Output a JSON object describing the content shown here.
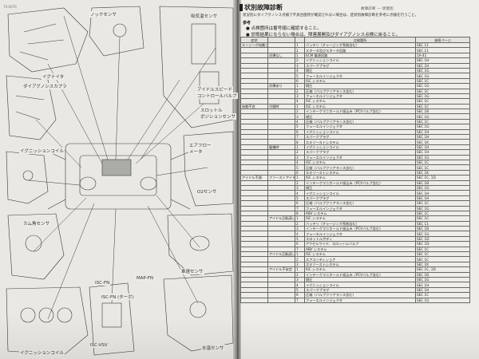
{
  "left_page": {
    "page_number": "7X-0070",
    "labels": [
      "ノックセンサ",
      "吸気温センサ",
      "イグナイタ",
      "ダイアグノシスカプラ",
      "イグニッションコイル",
      "アイドルスピード",
      "コントロールバルブ",
      "スロットル",
      "ポジションセンサ",
      "エアフロー",
      "メータ",
      "O2センサ",
      "カム角センサ",
      "イグニッションコイル",
      "車速センサ",
      "ISC-FN",
      "ISC-FN (ターボ)",
      "水温センサ",
      "MAP-FN",
      "ISC-VSV"
    ]
  },
  "right_page": {
    "heading": "状別故障診断",
    "header_right": "故障診断 — 状態別",
    "intro": "状況別にダイアグノシス点検で不具合箇所が確認されない場合は、症状別故障診断を参考に点検を行うこと。",
    "note_title": "参考",
    "notes": [
      "点検箇所は番号順に確認すること。",
      "診断結果にならない場合は、障害展開及びダイアグノシス点検に戻ること。"
    ],
    "table": {
      "headers": [
        "症状",
        "",
        "",
        "点検箇所",
        "参照ページ"
      ],
      "rows": [
        [
          "エンジンが始動しない",
          "",
          "1",
          "バッテリ（チャージング系統含む）",
          "SEC 11"
        ],
        [
          "",
          "",
          "2",
          "スタータ及びスタータ回路",
          "SEC 11"
        ],
        [
          "",
          "初爆なし",
          "1",
          "ECM 電源回路",
          "1A-41"
        ],
        [
          "",
          "",
          "2",
          "イグニッションコイル",
          "SEC 1H"
        ],
        [
          "",
          "",
          "3",
          "スパークプラグ",
          "SEC 1H"
        ],
        [
          "",
          "",
          "4",
          "燃圧",
          "SEC 1G"
        ],
        [
          "",
          "",
          "5",
          "フューエルインジェクタ",
          "SEC 1G"
        ],
        [
          "",
          "",
          "6",
          "ISC システム",
          "SEC 1C"
        ],
        [
          "",
          "初爆あり",
          "1",
          "燃圧",
          "SEC 1G"
        ],
        [
          "",
          "",
          "2",
          "圧縮（バルブクリアランス含む）",
          "SEC 1C"
        ],
        [
          "",
          "",
          "3",
          "フューエルインジェクタ",
          "SEC 1G"
        ],
        [
          "",
          "",
          "4",
          "ISC システム",
          "SEC 1C"
        ],
        [
          "始動不良",
          "冷間時",
          "1",
          "ISC システム",
          "SEC 1C"
        ],
        [
          "",
          "",
          "2",
          "インテークマニホールド吸込み（PCVバルブ含む）",
          "SEC 1B"
        ],
        [
          "",
          "",
          "3",
          "燃圧",
          "SEC 1G"
        ],
        [
          "",
          "",
          "4",
          "圧縮（バルブクリアランス含む）",
          "SEC 1C"
        ],
        [
          "",
          "",
          "5",
          "フューエルインジェクタ",
          "SEC 1G"
        ],
        [
          "",
          "",
          "6",
          "イグニッションコイル",
          "SEC 1H"
        ],
        [
          "",
          "",
          "7",
          "スパークプラグ",
          "SEC 1H"
        ],
        [
          "",
          "",
          "8",
          "エキゾーストシステム",
          "SEC 1K"
        ],
        [
          "",
          "暖機時",
          "1",
          "イグニッションコイル",
          "SEC 1H"
        ],
        [
          "",
          "",
          "2",
          "スパークプラグ",
          "SEC 1H"
        ],
        [
          "",
          "",
          "3",
          "フューエルインジェクタ",
          "SEC 1G"
        ],
        [
          "",
          "",
          "4",
          "ISC システム",
          "SEC 1C"
        ],
        [
          "",
          "",
          "5",
          "圧縮（バルブクリアランス含む）",
          "SEC 1C"
        ],
        [
          "",
          "",
          "6",
          "エキゾーストシステム",
          "SEC 1K"
        ],
        [
          "アイドル不調",
          "ファーストアイドル不調",
          "1",
          "ISC システム",
          "SEC 1C, 1D"
        ],
        [
          "",
          "",
          "2",
          "インテークマニホールド吸込み（PCVバルブ含む）",
          "SEC 1B"
        ],
        [
          "",
          "",
          "3",
          "燃圧",
          "SEC 1G"
        ],
        [
          "",
          "",
          "4",
          "イグニッションコイル",
          "SEC 1H"
        ],
        [
          "",
          "",
          "5",
          "スパークプラグ",
          "SEC 1H"
        ],
        [
          "",
          "",
          "6",
          "圧縮（バルブクリアランス含む）",
          "SEC 1C"
        ],
        [
          "",
          "",
          "7",
          "フューエルインジェクタ",
          "SEC 1G"
        ],
        [
          "",
          "",
          "8",
          "ABV システム",
          "SEC 1C"
        ],
        [
          "",
          "アイドル回転高い",
          "1",
          "ISC システム",
          "SEC 1C"
        ],
        [
          "",
          "",
          "2",
          "バッテリ（チャージング系統含む）",
          "SEC 11"
        ],
        [
          "",
          "",
          "3",
          "インテークマニホールド吸込み（PCVバルブ含む）",
          "SEC 1B"
        ],
        [
          "",
          "",
          "4",
          "フューエルインジェクタ",
          "SEC 1G"
        ],
        [
          "",
          "",
          "5",
          "スロットルボディ",
          "SEC 1D"
        ],
        [
          "",
          "",
          "6",
          "アクセルワイヤ、スロットルバルブ",
          "SEC 1D"
        ],
        [
          "",
          "",
          "7",
          "ABV システム",
          "SEC 1C"
        ],
        [
          "",
          "アイドル回転低い",
          "1",
          "ISC システム",
          "SEC 1C"
        ],
        [
          "",
          "",
          "2",
          "エアコンディショナ",
          "SEC 1C"
        ],
        [
          "",
          "",
          "3",
          "エキゾーストシステム",
          "SEC 1K"
        ],
        [
          "",
          "アイドル不安定",
          "1",
          "ISC システム",
          "SEC 1C, 1D"
        ],
        [
          "",
          "",
          "2",
          "インテークマニホールド吸込み（PCVバルブ含む）",
          "SEC 1B"
        ],
        [
          "",
          "",
          "3",
          "燃圧",
          "SEC 1G"
        ],
        [
          "",
          "",
          "4",
          "イグニッションコイル",
          "SEC 1H"
        ],
        [
          "",
          "",
          "5",
          "スパークプラグ",
          "SEC 1H"
        ],
        [
          "",
          "",
          "6",
          "圧縮（バルブクリアランス含む）",
          "SEC 1C"
        ],
        [
          "",
          "",
          "7",
          "フューエルインジェクタ",
          "SEC 1G"
        ]
      ]
    }
  }
}
